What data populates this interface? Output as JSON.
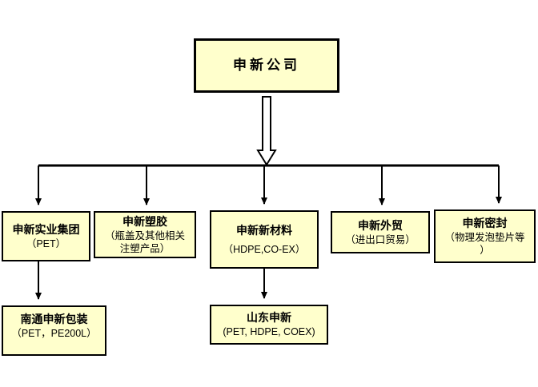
{
  "colors": {
    "box_fill": "#FFFFCC",
    "box_border": "#000000",
    "connector": "#000000",
    "background": "#FFFFFF"
  },
  "root": {
    "title": "申新公司"
  },
  "children": [
    {
      "title": "申新实业集团",
      "subtitle": "（PET）"
    },
    {
      "title": "申新塑胶",
      "subtitle": "（瓶盖及其他相关\n注塑产品）"
    },
    {
      "title": "申新新材料",
      "subtitle": "（HDPE,CO-EX）"
    },
    {
      "title": "申新外贸",
      "subtitle": "（进出口贸易）"
    },
    {
      "title": "申新密封",
      "subtitle": "（物理发泡垫片等\n）"
    }
  ],
  "grandchildren": [
    {
      "title": "南通申新包装",
      "subtitle": "（PET，PE200L）"
    },
    {
      "title": "山东申新",
      "subtitle": "(PET, HDPE, COEX)"
    }
  ]
}
